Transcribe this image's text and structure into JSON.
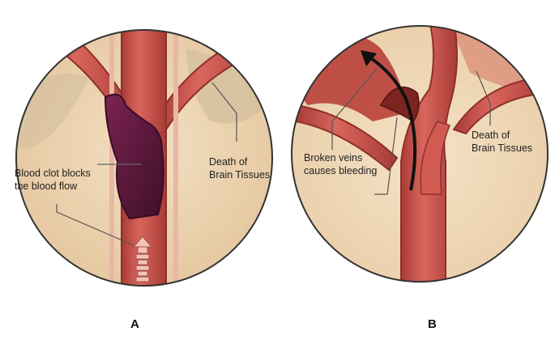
{
  "panels": [
    {
      "id": "A",
      "letter": "A",
      "labels": {
        "clot_line1": "Blood clot blocks",
        "clot_line2": "the blood flow",
        "death_line1": "Death of",
        "death_line2": "Brain Tissues"
      },
      "colors": {
        "tissue": "#e9cfa8",
        "vessel": "#c0504a",
        "vessel_dark": "#8e2f2a",
        "clot": "#5b1a3c"
      }
    },
    {
      "id": "B",
      "letter": "B",
      "labels": {
        "bleed_line1": "Broken veins",
        "bleed_line2": "causes bleeding",
        "death_line1": "Death of",
        "death_line2": "Brain Tissues"
      },
      "colors": {
        "tissue": "#efd6b4",
        "vessel": "#c44a44",
        "hemorrhage": "#b03a35",
        "arrow": "#111111"
      }
    }
  ]
}
